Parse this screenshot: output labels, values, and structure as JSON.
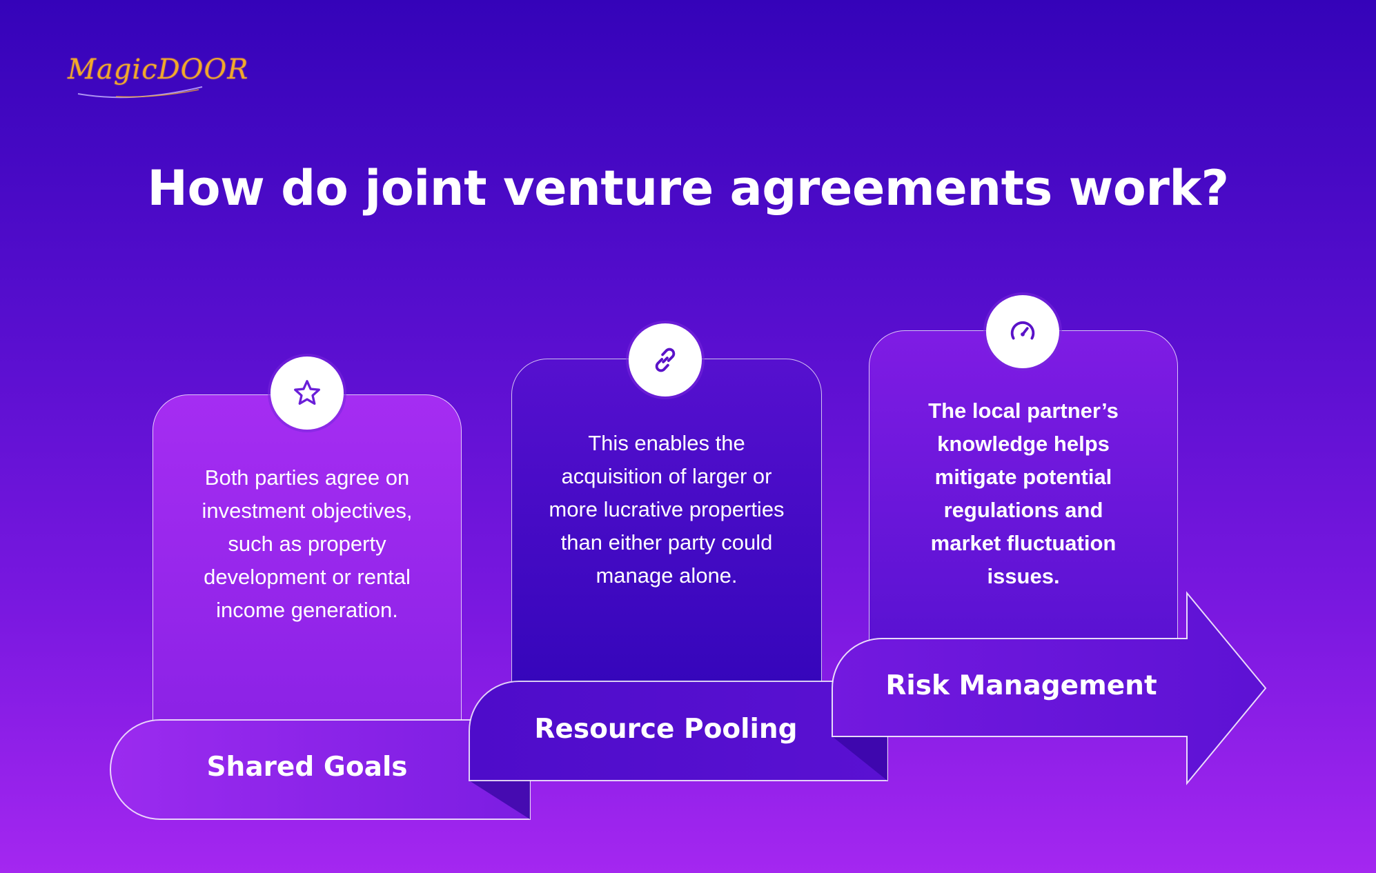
{
  "brand": {
    "logo_text": "MagicDOOR"
  },
  "title": "How do joint venture agreements work?",
  "colors": {
    "accent_gold": "#f1a92a",
    "background_top": "#3503b9",
    "background_bottom": "#a427f0"
  },
  "steps": [
    {
      "label": "Shared Goals",
      "icon": "star-icon",
      "text": "Both parties agree on investment objectives, such as property development or rental income generation."
    },
    {
      "label": "Resource Pooling",
      "icon": "link-icon",
      "text": "This enables the acquisition of larger or more lucrative properties than either party could manage alone."
    },
    {
      "label": "Risk Management",
      "icon": "gauge-icon",
      "text": "The local partner’s knowledge helps mitigate potential regulations and market fluctuation issues."
    }
  ]
}
